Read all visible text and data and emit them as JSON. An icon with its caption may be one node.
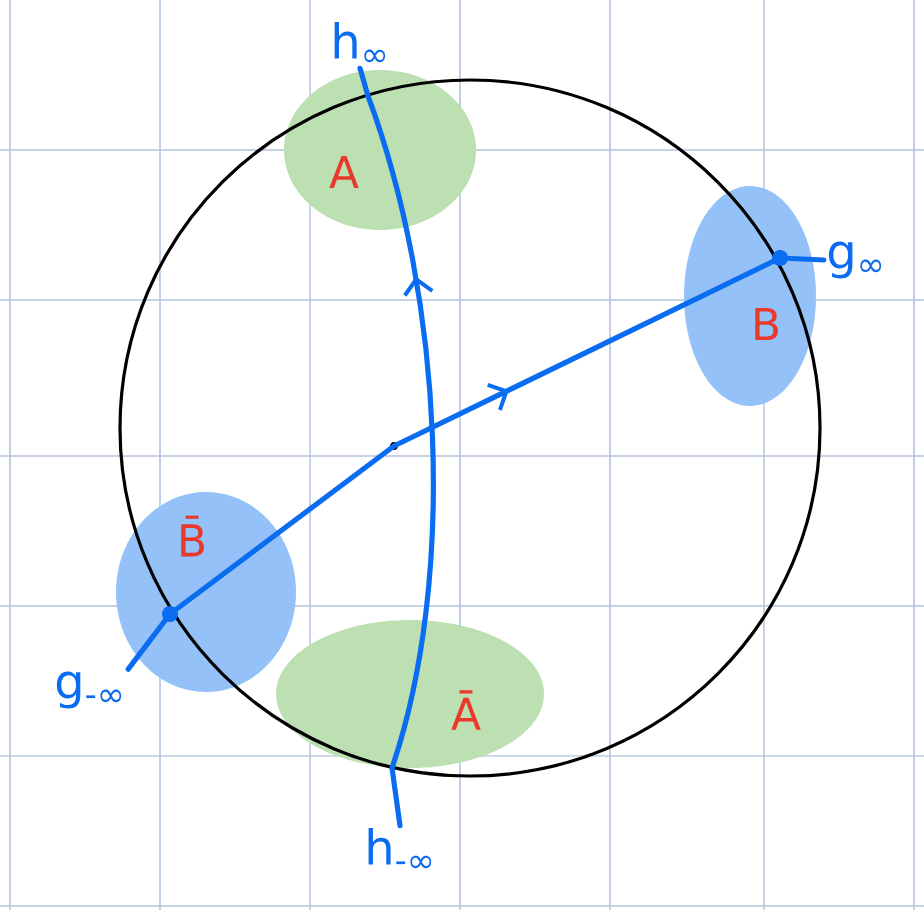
{
  "diagram": {
    "nodes": [
      {
        "text": [
          "h$_{∞}$"
        ]
      },
      {
        "text": [
          "g$_{∞}$"
        ]
      },
      {
        "text": [
          "g$_{-∞}$"
        ]
      },
      {
        "text": [
          "h$_{-∞}$"
        ]
      }
    ],
    "edges": [
      {
        "from": 2,
        "to": 1,
        "arrow": "to"
      },
      {
        "from": 3,
        "to": 0,
        "arrow": "to"
      }
    ],
    "labels": [
      "A",
      "B",
      "B̄",
      "Ā"
    ]
  }
}
